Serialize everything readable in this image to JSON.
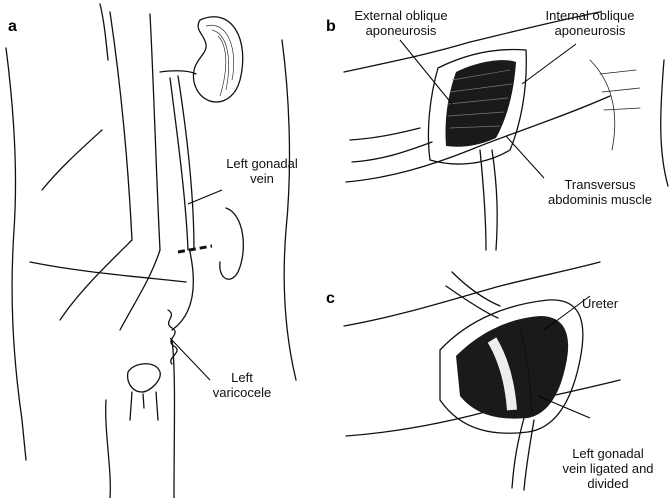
{
  "panels": [
    {
      "letter": "a",
      "labels": [
        {
          "id": "left-gonadal-vein",
          "text": "Left gonadal\nvein"
        },
        {
          "id": "left-varicocele",
          "text": "Left\nvaricocele"
        }
      ]
    },
    {
      "letter": "b",
      "labels": [
        {
          "id": "external-oblique-aponeurosis",
          "text": "External oblique\naponeurosis"
        },
        {
          "id": "internal-oblique-aponeurosis",
          "text": "Internal oblique\naponeurosis"
        },
        {
          "id": "transversus-abdominis-muscle",
          "text": "Transversus\nabdominis muscle"
        }
      ]
    },
    {
      "letter": "c",
      "labels": [
        {
          "id": "ureter",
          "text": "Ureter"
        },
        {
          "id": "left-gonadal-vein-ligated",
          "text": "Left gonadal\nvein ligated and\ndivided"
        }
      ]
    }
  ]
}
